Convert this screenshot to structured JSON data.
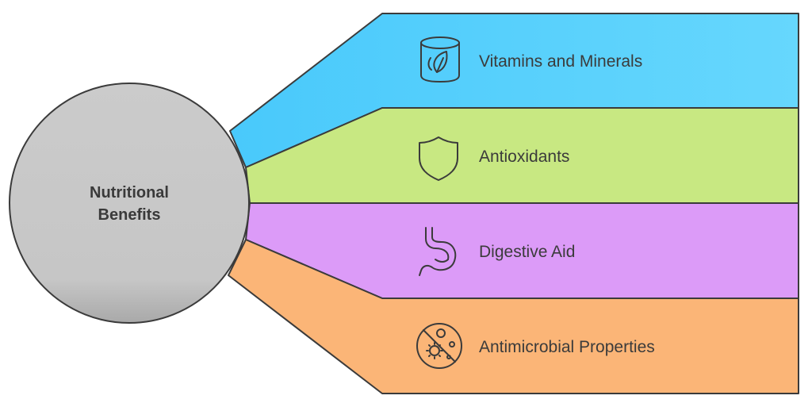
{
  "center": {
    "title_line1": "Nutritional",
    "title_line2": "Benefits",
    "color": "#c8c8c8"
  },
  "bands": [
    {
      "label": "Vitamins and Minerals",
      "icon": "jar-leaf-icon",
      "color": "#66d7fd"
    },
    {
      "label": "Antioxidants",
      "icon": "shield-icon",
      "color": "#c8e882"
    },
    {
      "label": "Digestive Aid",
      "icon": "stomach-icon",
      "color": "#dc9bf8"
    },
    {
      "label": "Antimicrobial Properties",
      "icon": "microbe-blocked-icon",
      "color": "#fbb577"
    }
  ],
  "colors": {
    "outline": "#3b3b3b",
    "text": "#3b3b3b"
  }
}
